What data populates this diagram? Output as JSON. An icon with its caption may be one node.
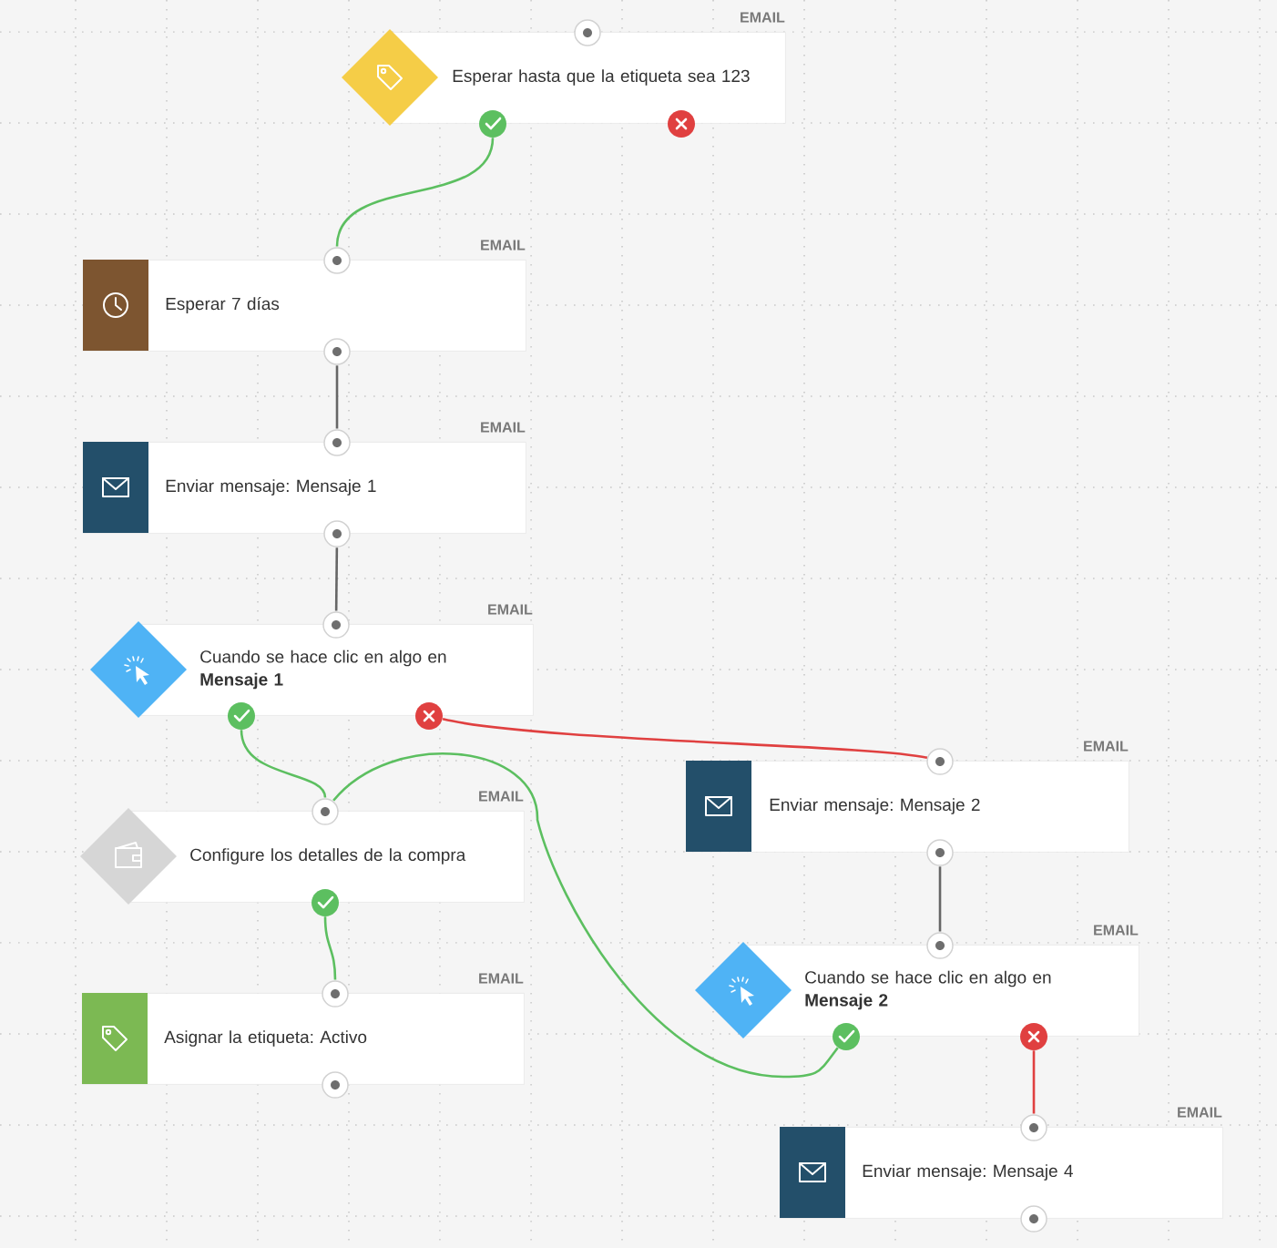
{
  "diagram": {
    "nodes": [
      {
        "text": [
          "Esperar hasta que la etiqueta sea 123"
        ],
        "beside": [
          "EMAIL"
        ]
      },
      {
        "text": [
          "Esperar 7 días"
        ],
        "beside": [
          "EMAIL"
        ]
      },
      {
        "text": [
          "Enviar mensaje: Mensaje 1"
        ],
        "beside": [
          "EMAIL"
        ]
      },
      {
        "text": [
          "Cuando se hace clic en algo en **Mensaje 1**"
        ],
        "beside": [
          "EMAIL"
        ]
      },
      {
        "text": [
          "Enviar mensaje: Mensaje 2"
        ],
        "beside": [
          "EMAIL"
        ]
      },
      {
        "text": [
          "Configure los detalles de la compra"
        ],
        "beside": [
          "EMAIL"
        ]
      },
      {
        "text": [
          "Cuando se hace clic en algo en **Mensaje 2**"
        ],
        "beside": [
          "EMAIL"
        ]
      },
      {
        "text": [
          "Asignar la etiqueta: Activo"
        ],
        "beside": [
          "EMAIL"
        ]
      },
      {
        "text": [
          "Enviar mensaje: Mensaje 4"
        ],
        "beside": [
          "EMAIL"
        ]
      }
    ],
    "edges": [
      {
        "from": 0,
        "to": 1,
        "arrow": "none"
      },
      {
        "from": 1,
        "to": 2,
        "arrow": "none",
        "color": "#666666"
      },
      {
        "from": 2,
        "to": 3,
        "arrow": "none",
        "color": "#666666"
      },
      {
        "from": 3,
        "to": 5,
        "arrow": "none"
      },
      {
        "from": 3,
        "to": 4,
        "arrow": "none",
        "color": "#e04040"
      },
      {
        "from": 5,
        "to": 7,
        "arrow": "none"
      },
      {
        "from": 4,
        "to": 6,
        "arrow": "none",
        "color": "#666666"
      },
      {
        "from": 6,
        "to": 5,
        "arrow": "none"
      },
      {
        "from": 6,
        "to": 8,
        "arrow": "none",
        "color": "#e04040"
      }
    ]
  }
}
